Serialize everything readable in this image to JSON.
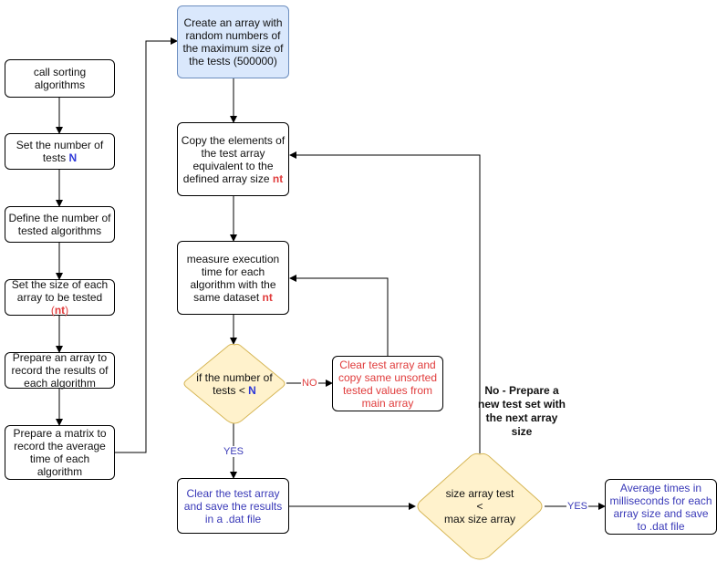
{
  "nodes": {
    "call_sorting": {
      "text": "call sorting algorithms"
    },
    "set_tests": {
      "text": "Set the number of tests ",
      "highlight": "N"
    },
    "define_algorithms": {
      "text": "Define the number of tested algorithms"
    },
    "set_size": {
      "text": "Set the size of each array to be tested ",
      "open": "(",
      "highlight": "nt",
      "close": ")"
    },
    "prepare_array": {
      "text": "Prepare an array to record the results of each algorithm"
    },
    "prepare_matrix": {
      "text": "Prepare a matrix to record the average time of each algorithm"
    },
    "create_array": {
      "text": "Create an array with random numbers of the maximum size of the tests (500000)"
    },
    "copy_elements": {
      "text": "Copy the elements of the test array equivalent to the defined array size ",
      "highlight": "nt"
    },
    "measure_time": {
      "text": "measure execution time for each algorithm with the same dataset ",
      "highlight": "nt"
    },
    "if_tests": {
      "text": "if the number of tests < ",
      "highlight": "N"
    },
    "clear_copy": {
      "text": "Clear test array and copy same unsorted tested values from main array"
    },
    "clear_save": {
      "text": "Clear the test array and save the results in a .dat file"
    },
    "size_test": {
      "line1": "size array test",
      "line2": "<",
      "line3": "max size array"
    },
    "average_times": {
      "text": "Average times in milliseconds for each array size and save to .dat file"
    }
  },
  "edge_labels": {
    "no": "NO",
    "yes_down": "YES",
    "yes_right": "YES"
  },
  "side_note": "No - Prepare a new test set with the next array size",
  "colors": {
    "highlight_blue": "#2f39d8",
    "highlight_red": "#e03b3b",
    "node_blue_fill": "#dae8fc",
    "diamond_fill": "#fff2cc",
    "diamond_stroke": "#d6b656"
  }
}
